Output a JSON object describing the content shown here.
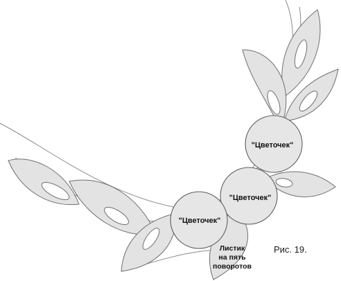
{
  "figure": {
    "caption": "Рис. 19.",
    "flower_labels": [
      "\"Цветочек\"",
      "\"Цветочек\"",
      "\"Цветочек\""
    ],
    "leaf_label_lines": [
      "Листик",
      "на пять",
      "поворотов"
    ]
  }
}
